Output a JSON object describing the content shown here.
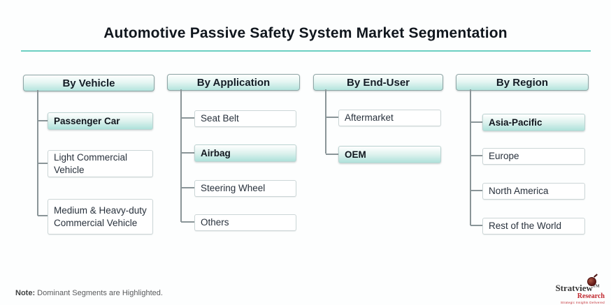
{
  "title": "Automotive Passive Safety System Market Segmentation",
  "columns": [
    {
      "header": "By Vehicle",
      "items": [
        {
          "label": "Passenger Car",
          "highlighted": true
        },
        {
          "label": "Light Commercial Vehicle",
          "highlighted": false
        },
        {
          "label": "Medium & Heavy-duty Commercial Vehicle",
          "highlighted": false
        }
      ]
    },
    {
      "header": "By Application",
      "items": [
        {
          "label": "Seat Belt",
          "highlighted": false
        },
        {
          "label": "Airbag",
          "highlighted": true
        },
        {
          "label": "Steering Wheel",
          "highlighted": false
        },
        {
          "label": "Others",
          "highlighted": false
        }
      ]
    },
    {
      "header": "By End-User",
      "items": [
        {
          "label": "Aftermarket",
          "highlighted": false
        },
        {
          "label": "OEM",
          "highlighted": true
        }
      ]
    },
    {
      "header": "By Region",
      "items": [
        {
          "label": "Asia-Pacific",
          "highlighted": true
        },
        {
          "label": "Europe",
          "highlighted": false
        },
        {
          "label": "North America",
          "highlighted": false
        },
        {
          "label": "Rest of the World",
          "highlighted": false
        }
      ]
    }
  ],
  "note": {
    "label": "Note:",
    "text": " Dominant Segments are Highlighted."
  },
  "logo": {
    "name": "Stratview",
    "tm": "TM",
    "sub": "Research",
    "tagline": "Strategic Insights Delivered"
  },
  "colors": {
    "accent_teal": "#6ccfc2",
    "segment_fill_teal": "#aee1da",
    "connector_gray": "#8a9598",
    "logo_red": "#c0272d"
  }
}
